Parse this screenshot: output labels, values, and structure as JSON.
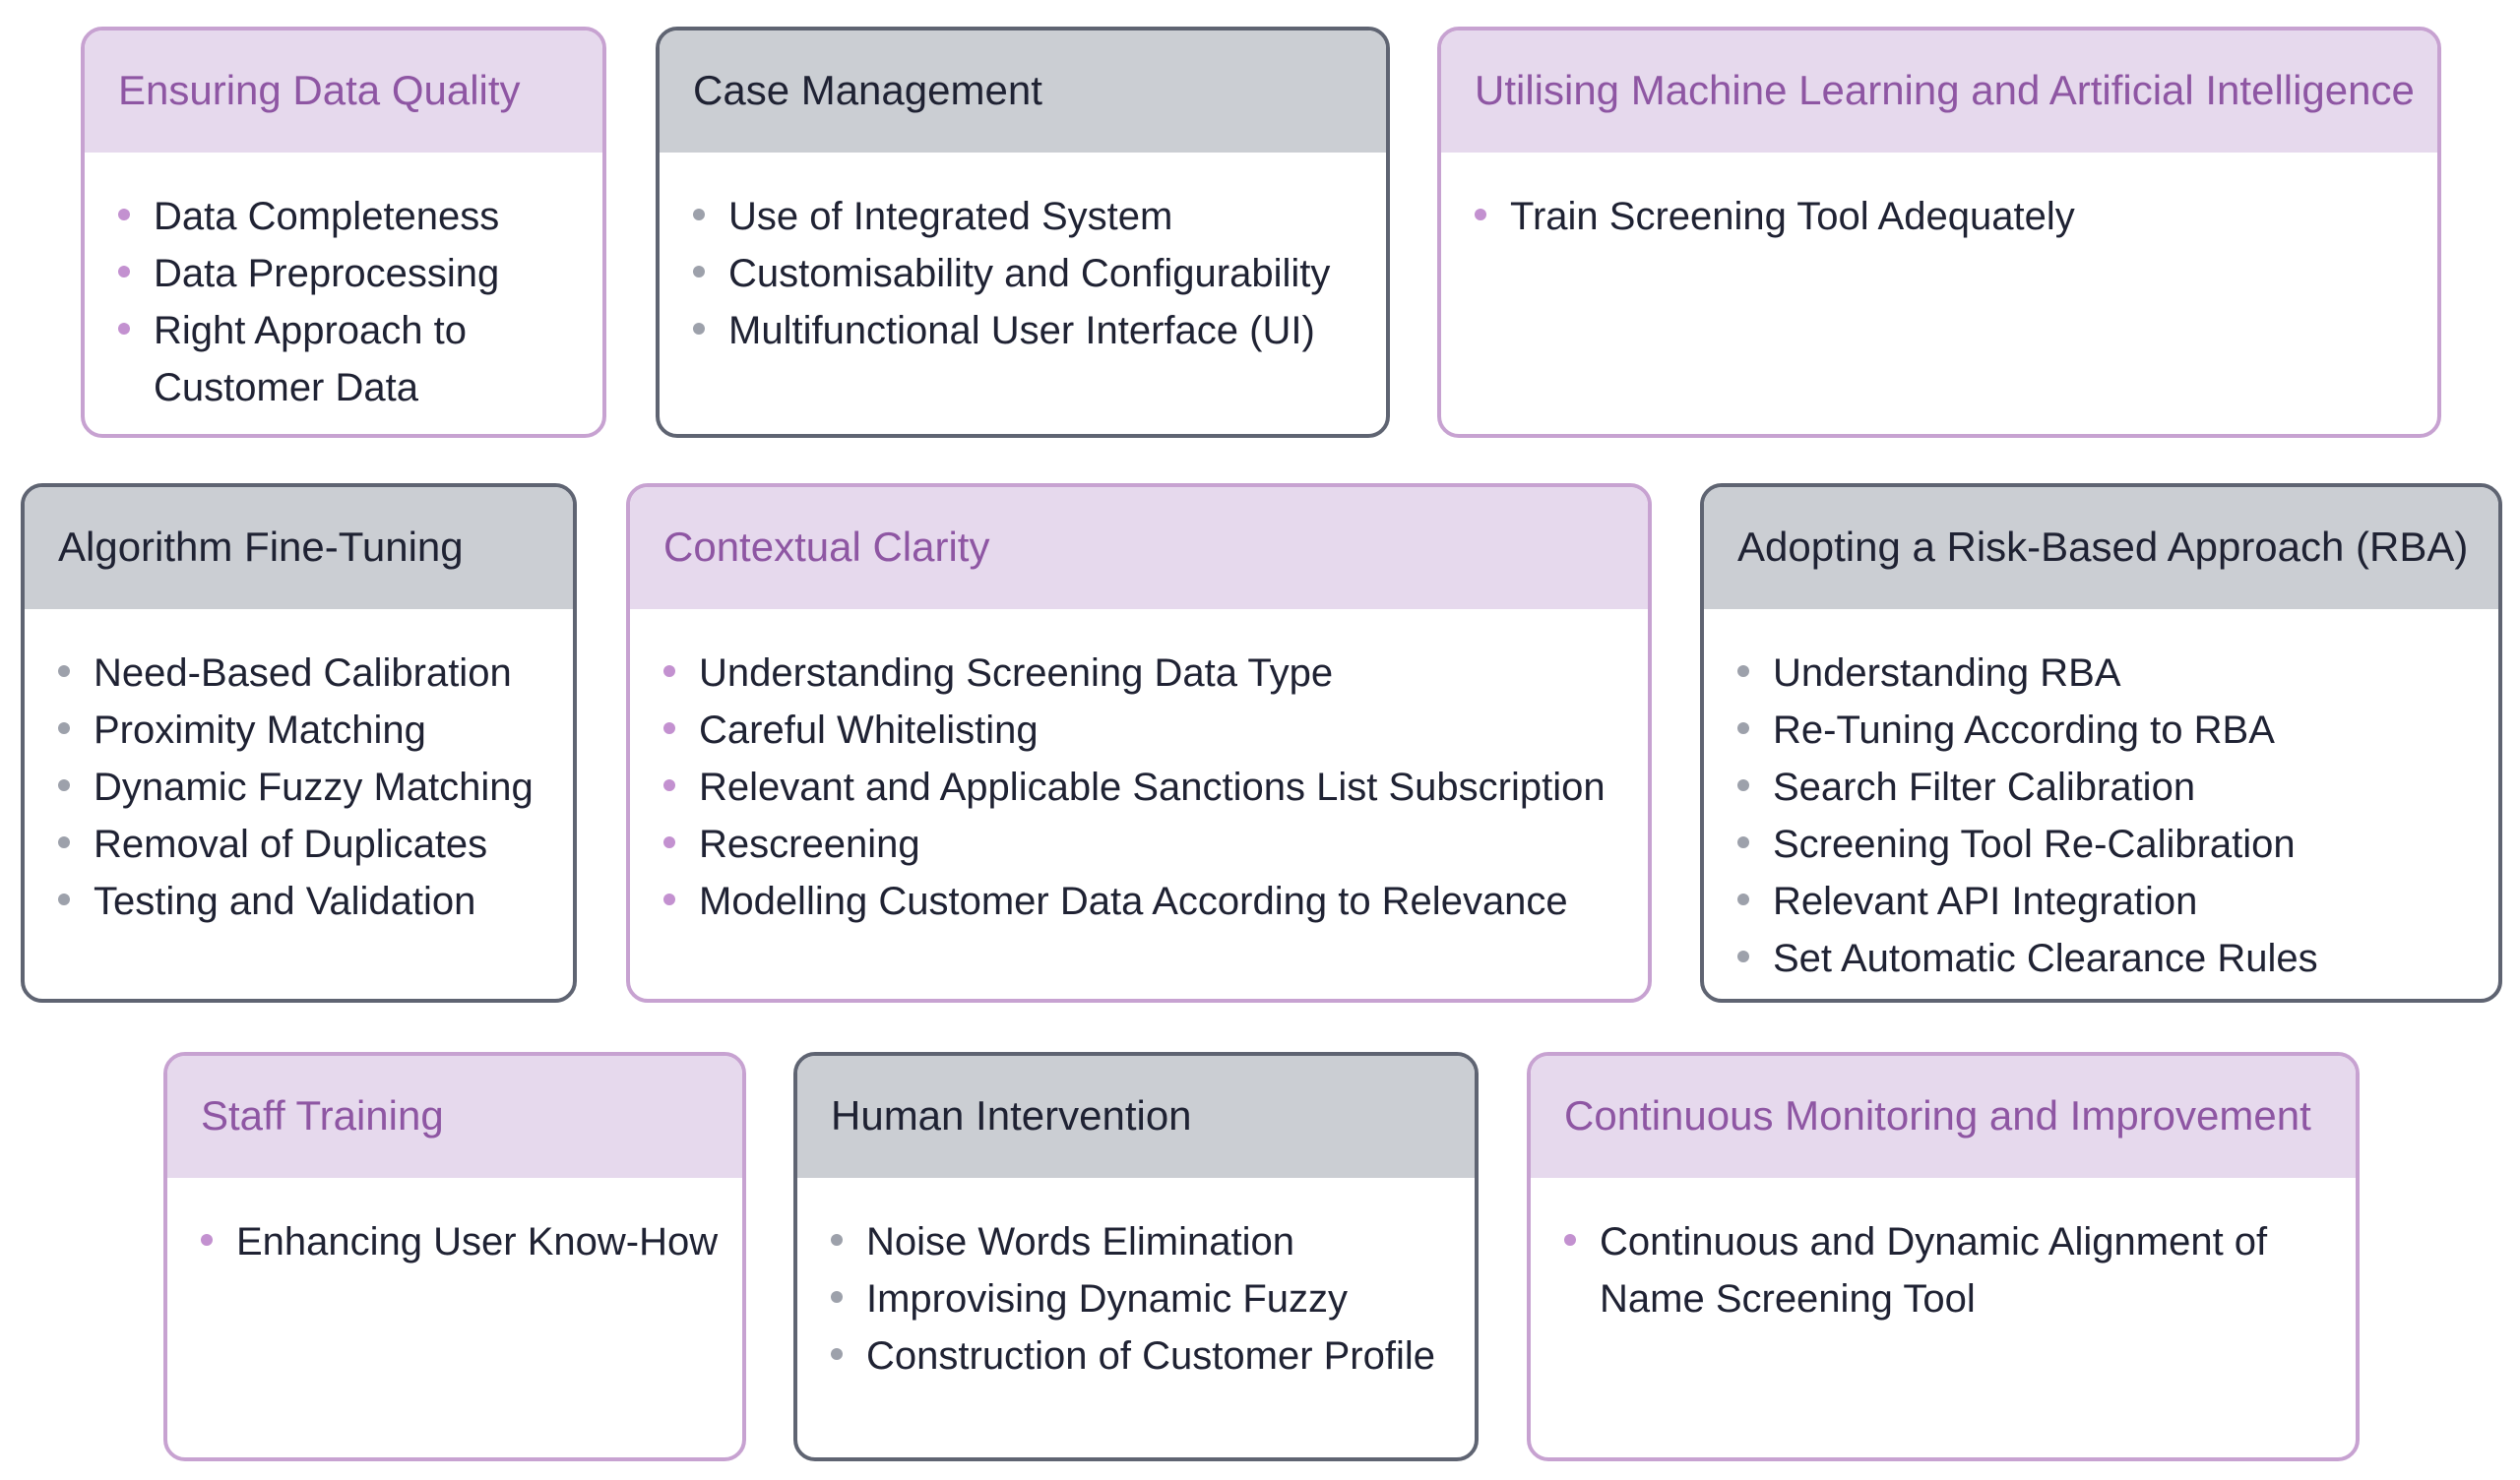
{
  "cards": [
    {
      "title": "Ensuring Data Quality",
      "style": "purple",
      "items": [
        "Data Completeness",
        "Data Preprocessing",
        "Right Approach to Customer Data"
      ]
    },
    {
      "title": "Case Management",
      "style": "grey",
      "items": [
        "Use of Integrated System",
        "Customisability and Configurability",
        "Multifunctional User Interface (UI)"
      ]
    },
    {
      "title": "Utilising Machine Learning and Artificial Intelligence",
      "style": "purple",
      "items": [
        "Train Screening Tool Adequately"
      ]
    },
    {
      "title": "Algorithm Fine-Tuning",
      "style": "grey",
      "items": [
        "Need-Based Calibration",
        "Proximity Matching",
        "Dynamic Fuzzy Matching",
        "Removal of Duplicates",
        "Testing and Validation"
      ]
    },
    {
      "title": "Contextual Clarity",
      "style": "purple",
      "items": [
        "Understanding Screening Data Type",
        "Careful Whitelisting",
        "Relevant and Applicable Sanctions List Subscription",
        "Rescreening",
        "Modelling Customer Data According to Relevance"
      ]
    },
    {
      "title": "Adopting a Risk-Based Approach (RBA)",
      "style": "grey",
      "items": [
        "Understanding RBA",
        "Re-Tuning According to RBA",
        "Search Filter Calibration",
        "Screening Tool Re-Calibration",
        "Relevant API Integration",
        "Set Automatic Clearance Rules"
      ]
    },
    {
      "title": "Staff Training",
      "style": "purple",
      "items": [
        "Enhancing User Know-How"
      ]
    },
    {
      "title": "Human Intervention",
      "style": "grey",
      "items": [
        "Noise Words Elimination",
        "Improvising Dynamic Fuzzy",
        "Construction of Customer Profile"
      ]
    },
    {
      "title": "Continuous Monitoring and Improvement",
      "style": "purple",
      "items": [
        "Continuous and Dynamic Alignment of Name Screening Tool"
      ]
    }
  ],
  "colors": {
    "purple_border": "#c7a2d1",
    "purple_header_bg": "#e6d9ed",
    "purple_header_text": "#8e56a3",
    "grey_border": "#5f6472",
    "grey_header_bg": "#cbced3",
    "grey_header_text": "#1f2233",
    "body_text": "#1f2233"
  }
}
